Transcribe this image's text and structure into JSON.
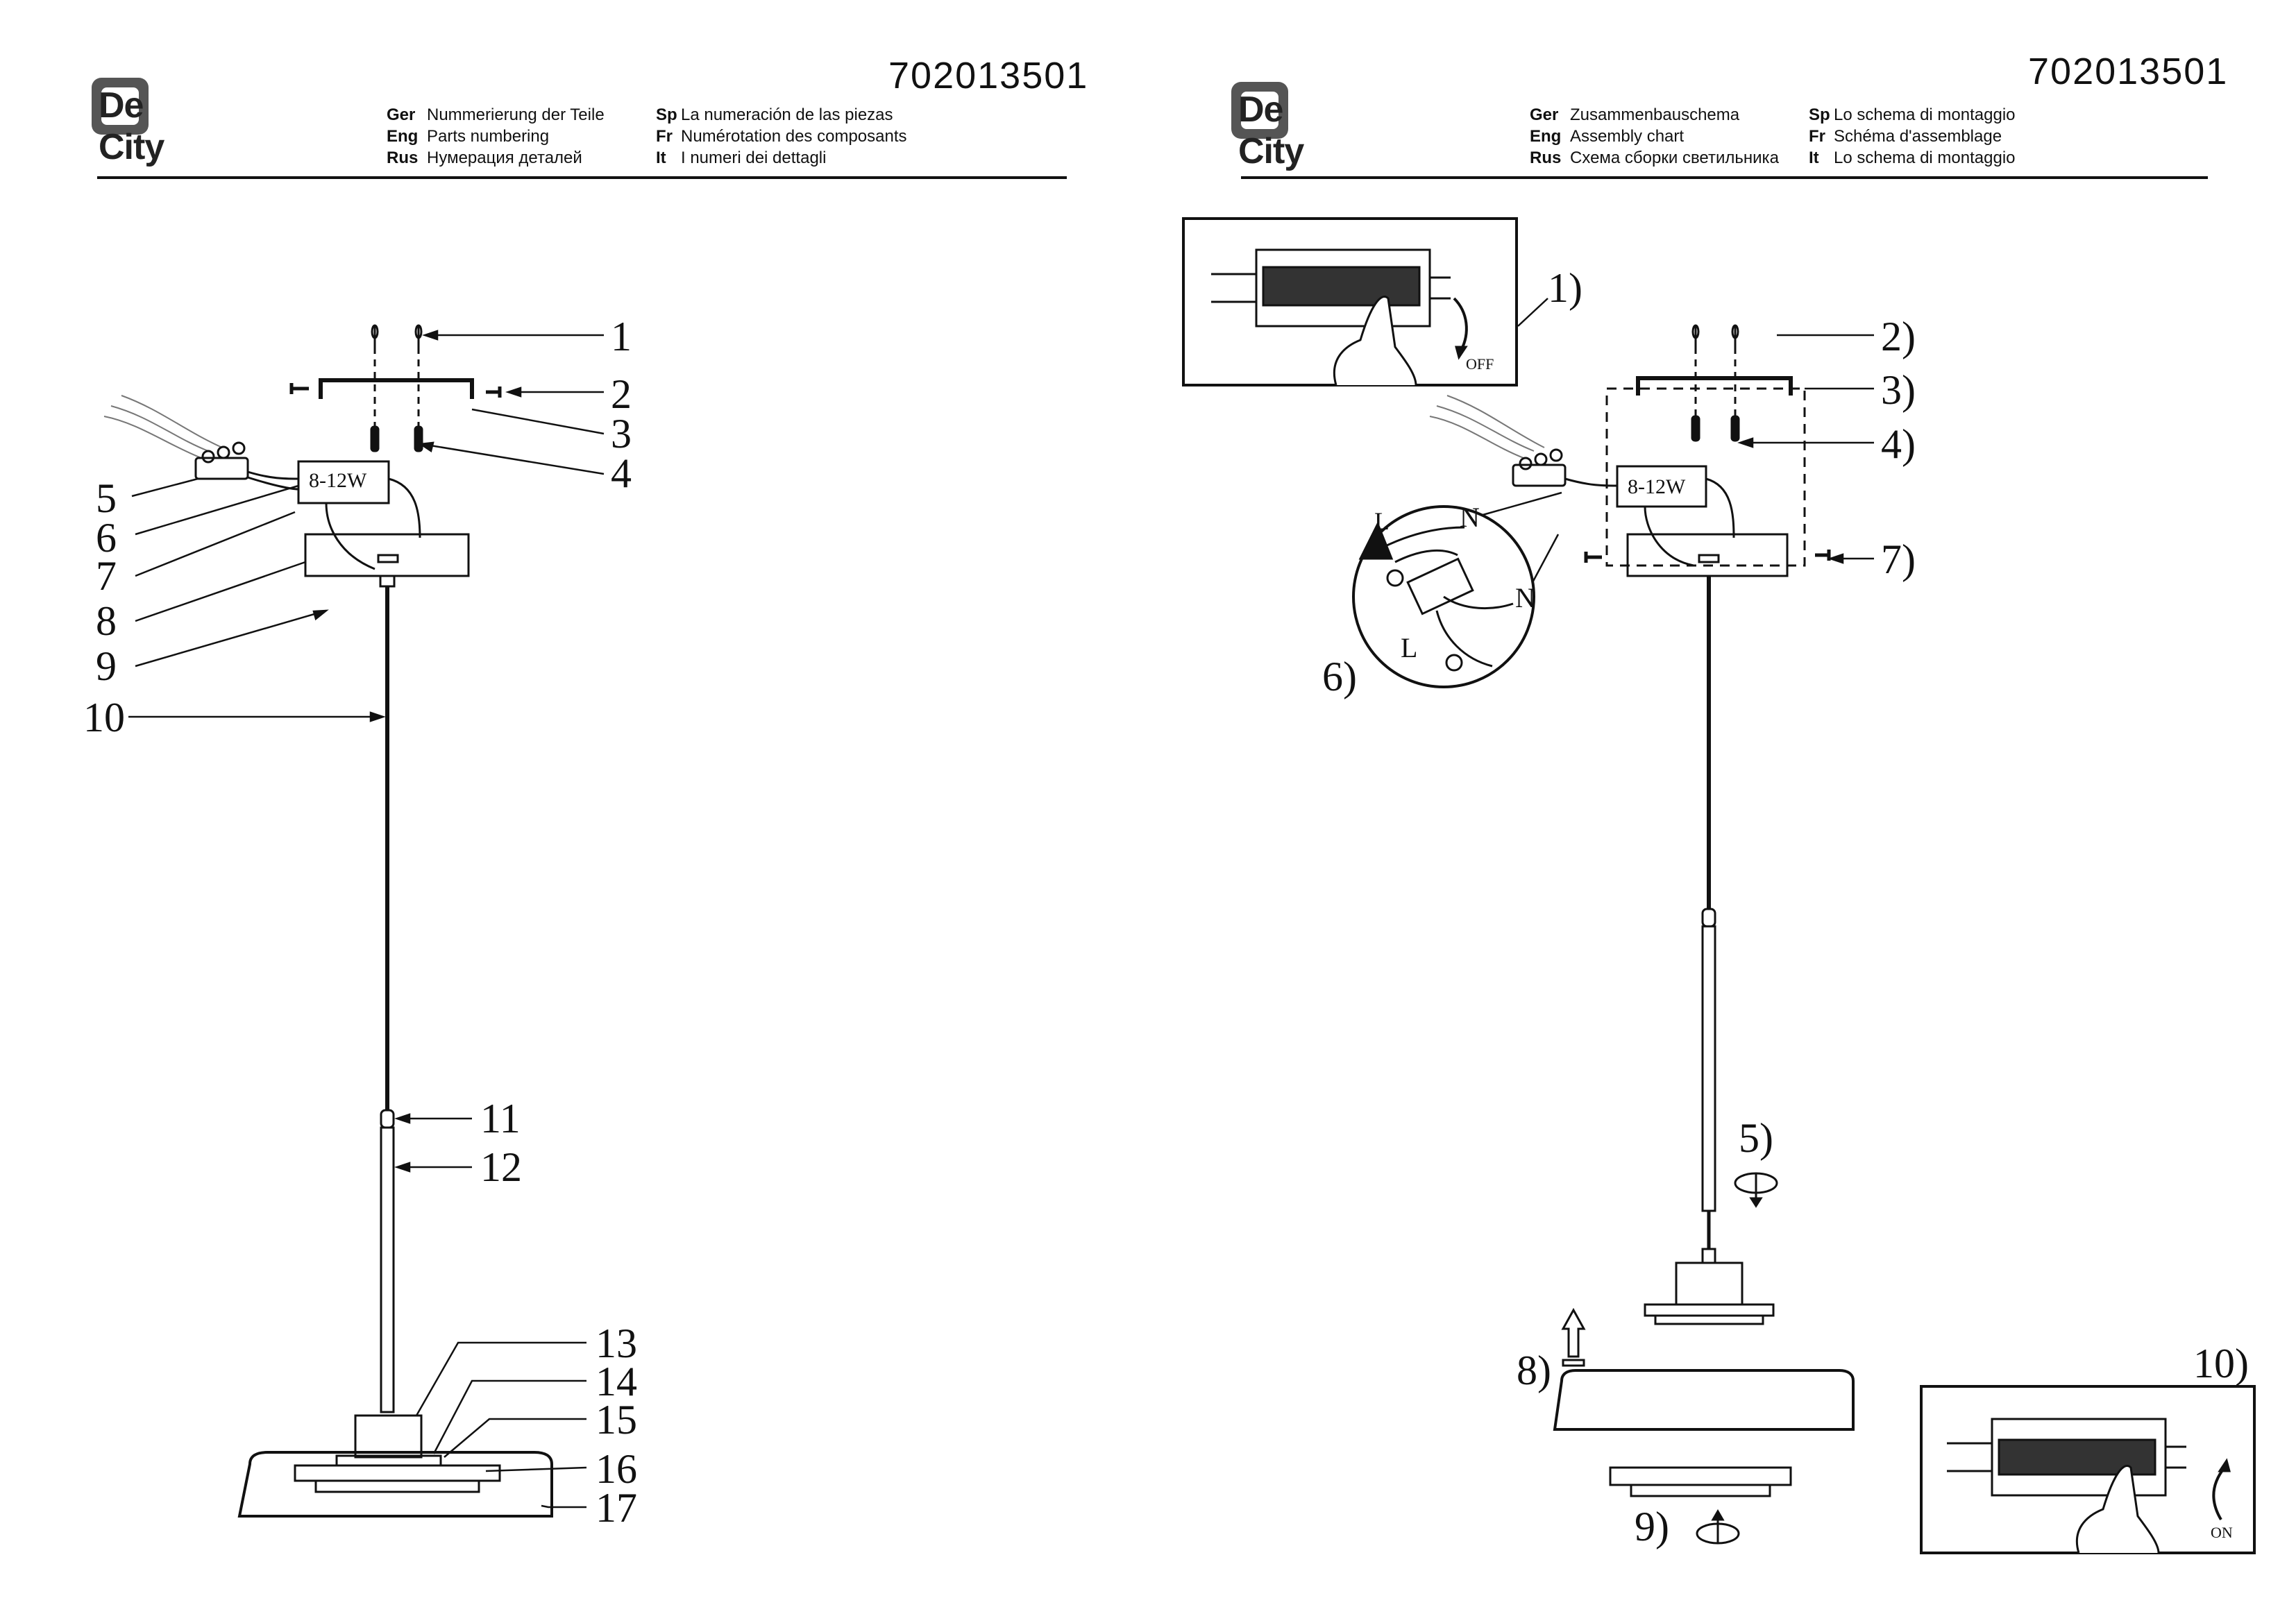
{
  "document_number": "702013501",
  "brand": "De City",
  "left_page": {
    "headings": [
      {
        "lang": "Ger",
        "text": "Nummerierung der Teile"
      },
      {
        "lang": "Eng",
        "text": "Parts numbering"
      },
      {
        "lang": "Rus",
        "text": "Нумерация деталей"
      },
      {
        "lang": "Sp",
        "text": "La numeración de las piezas"
      },
      {
        "lang": "Fr",
        "text": "Numérotation des composants"
      },
      {
        "lang": "It",
        "text": "I numeri dei dettagli"
      }
    ],
    "driver_label": "8-12W",
    "part_numbers": [
      "1",
      "2",
      "3",
      "4",
      "5",
      "6",
      "7",
      "8",
      "9",
      "10",
      "11",
      "12",
      "13",
      "14",
      "15",
      "16",
      "17"
    ]
  },
  "right_page": {
    "headings": [
      {
        "lang": "Ger",
        "text": "Zusammenbauschema"
      },
      {
        "lang": "Eng",
        "text": "Assembly chart"
      },
      {
        "lang": "Rus",
        "text": "Схема сборки светильника"
      },
      {
        "lang": "Sp",
        "text": "Lo schema di montaggio"
      },
      {
        "lang": "Fr",
        "text": "Schéma d'assemblage"
      },
      {
        "lang": "It",
        "text": "Lo schema di montaggio"
      }
    ],
    "driver_label": "8-12W",
    "steps": [
      "1)",
      "2)",
      "3)",
      "4)",
      "5)",
      "6)",
      "7)",
      "8)",
      "9)",
      "10)"
    ],
    "switch_off_label": "OFF",
    "switch_on_label": "ON",
    "wire_labels": {
      "neutral": "N",
      "live": "L"
    }
  }
}
